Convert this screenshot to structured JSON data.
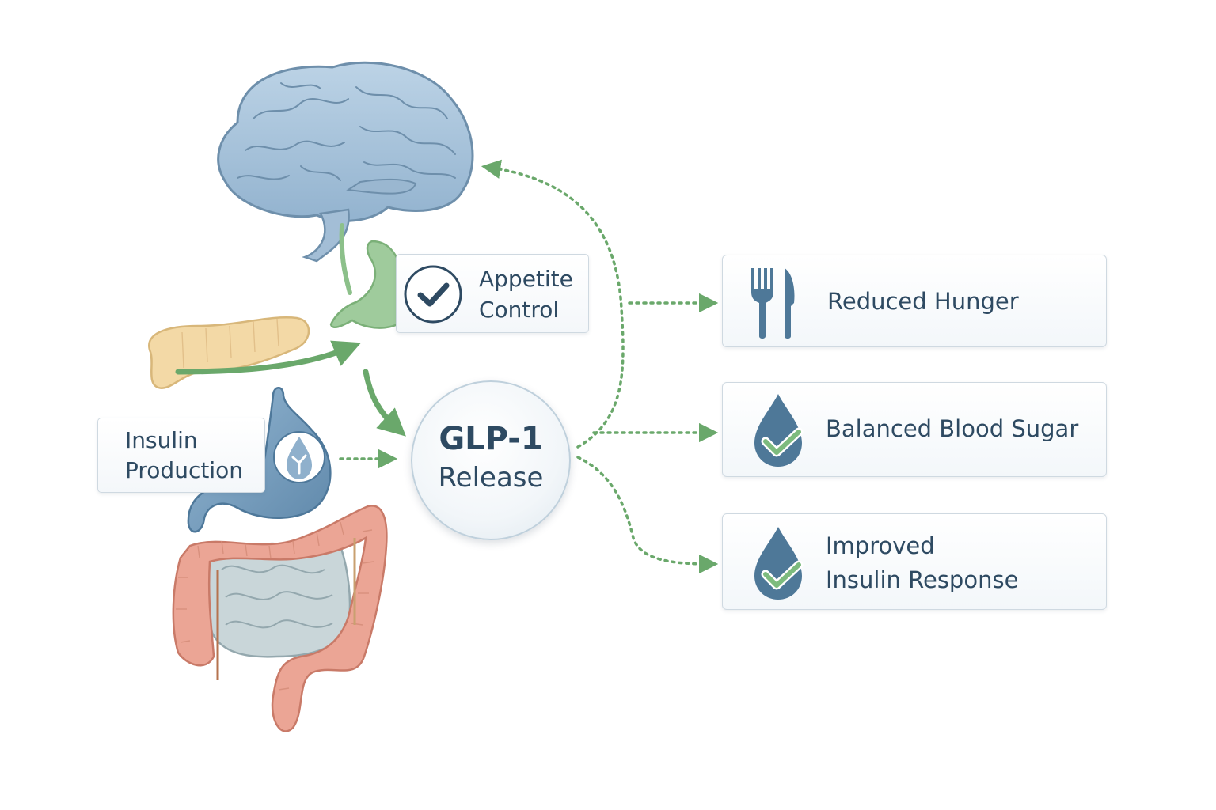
{
  "center": {
    "line1": "GLP-1",
    "line2": "Release"
  },
  "labels": {
    "appetite": {
      "line1": "Appetite",
      "line2": "Control"
    },
    "insulin": {
      "line1": "Insulin",
      "line2": "Production"
    }
  },
  "outcomes": [
    {
      "label": "Reduced Hunger",
      "icon": "fork-knife-icon"
    },
    {
      "label": "Balanced Blood Sugar",
      "icon": "drop-check-icon"
    },
    {
      "line1": "Improved",
      "line2": "Insulin Response",
      "icon": "drop-check-icon"
    }
  ],
  "colors": {
    "text": "#2e4a62",
    "arrow_green": "#6aa86b",
    "brain": "#a9c4dc",
    "stomach_green": "#9fcb9c",
    "pancreas": "#f3d9a6",
    "stomach_blue": "#7fa6c6",
    "colon": "#eba595",
    "small_intestine": "#c9d6d9"
  }
}
